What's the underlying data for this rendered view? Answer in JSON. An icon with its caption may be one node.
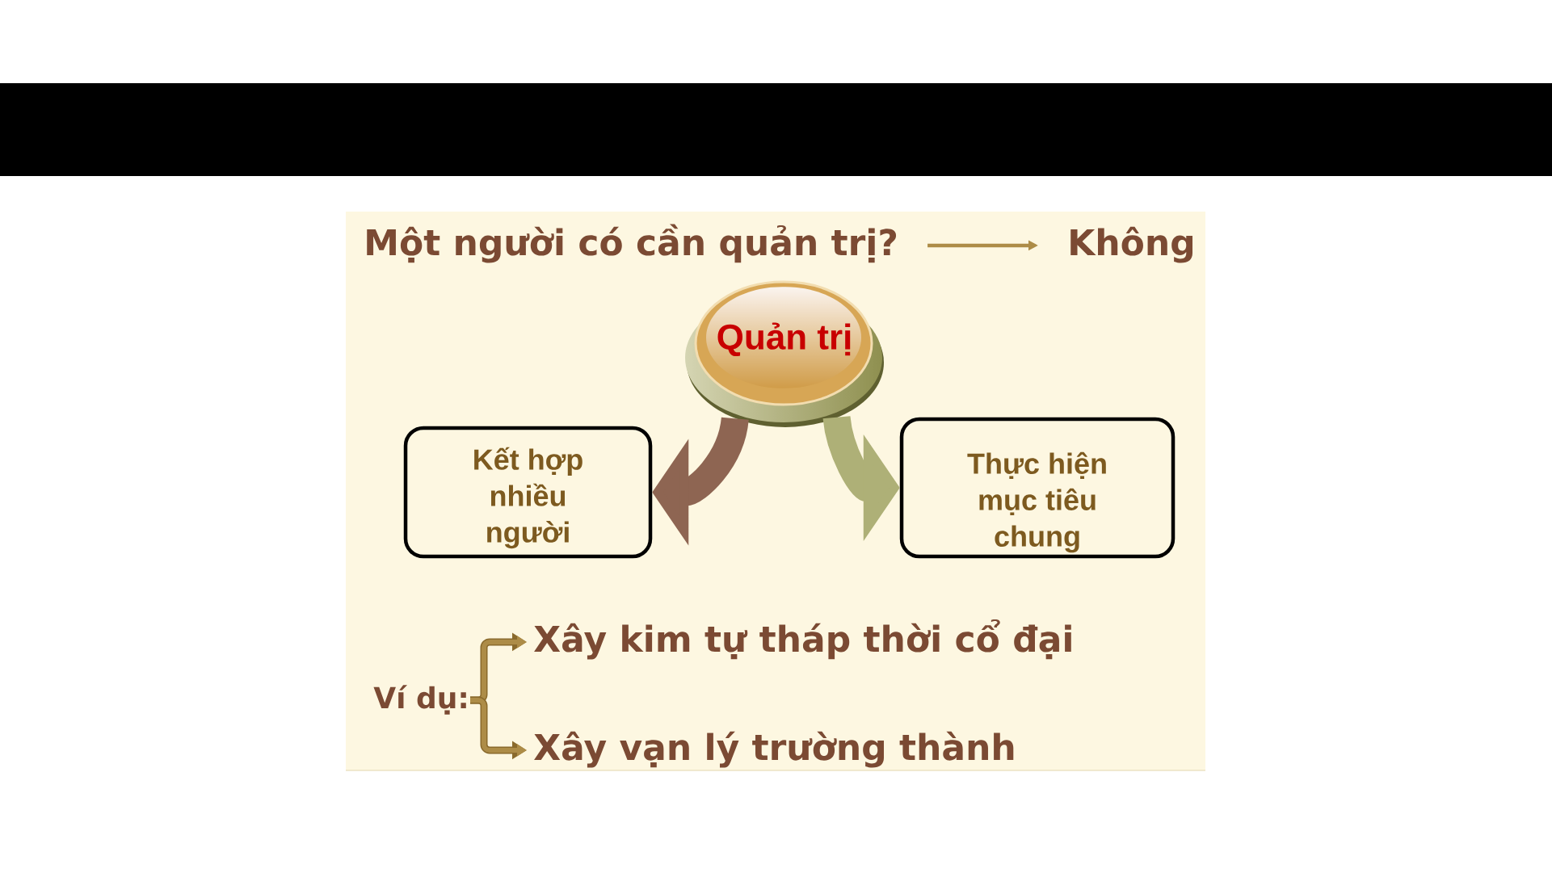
{
  "diagram": {
    "nodes": [
      {
        "text": [
          "Một người có cần quản trị?"
        ]
      },
      {
        "text": [
          "Không"
        ]
      },
      {
        "text": [
          "Quản trị"
        ]
      },
      {
        "text": [
          "Kết hợp nhiều người"
        ]
      },
      {
        "text": [
          "Thực hiện mục tiêu chung"
        ]
      },
      {
        "text": [
          "Ví dụ:"
        ]
      },
      {
        "text": [
          "Xây kim tự tháp thời cổ đại"
        ]
      },
      {
        "text": [
          "Xây vạn lý trường thành"
        ]
      }
    ],
    "edges": [
      {
        "from": 0,
        "to": 1,
        "arrow": "to"
      },
      {
        "from": 2,
        "to": 3,
        "arrow": "to",
        "style": "thick",
        "color": "#8e6552"
      },
      {
        "from": 2,
        "to": 4,
        "arrow": "to",
        "style": "thick",
        "color": "#aeb077"
      },
      {
        "from": 5,
        "to": 6,
        "arrow": "to"
      },
      {
        "from": 5,
        "to": 7,
        "arrow": "to"
      }
    ]
  }
}
